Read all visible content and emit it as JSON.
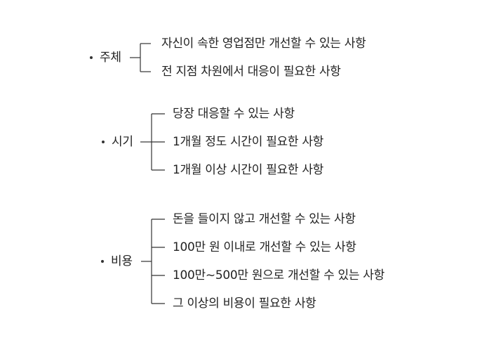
{
  "groups": [
    {
      "label": "주체",
      "items": [
        "자신이 속한 영업점만 개선할 수 있는 사항",
        "전 지점 차원에서 대응이 필요한 사항"
      ]
    },
    {
      "label": "시기",
      "items": [
        "당장 대응할 수 있는 사항",
        "1개월 정도 시간이 필요한 사항",
        "1개월 이상 시간이 필요한 사항"
      ]
    },
    {
      "label": "비용",
      "items": [
        "돈을 들이지 않고 개선할 수 있는 사항",
        "100만 원 이내로 개선할 수 있는 사항",
        "100만~500만 원으로 개선할 수 있는 사항",
        "그 이상의 비용이 필요한 사항"
      ]
    }
  ]
}
